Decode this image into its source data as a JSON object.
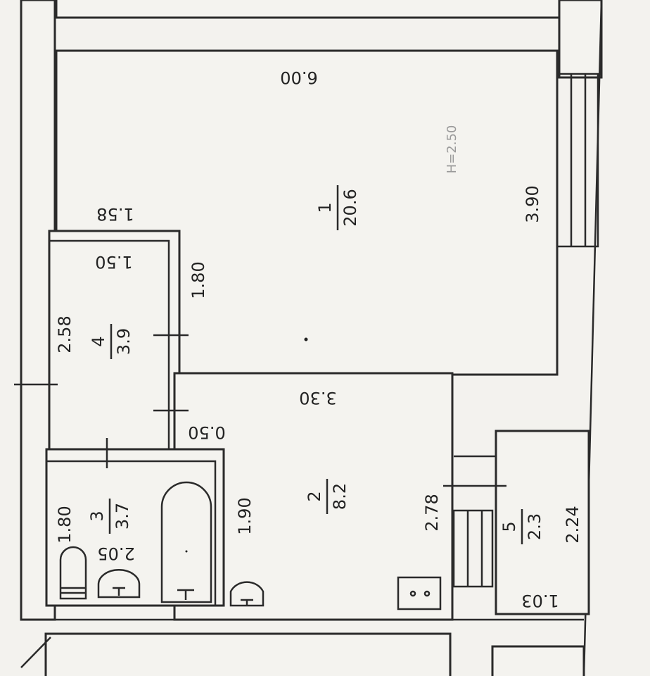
{
  "rooms": [
    {
      "number": "1",
      "area": "20.6"
    },
    {
      "number": "2",
      "area": "8.2"
    },
    {
      "number": "3",
      "area": "3.7"
    },
    {
      "number": "4",
      "area": "3.9"
    },
    {
      "number": "5",
      "area": "2.3"
    }
  ],
  "dimensions": {
    "room1_width": "6.00",
    "room1_depth": "3.90",
    "room1_side": "1.80",
    "step_top": "1.58",
    "room4_width": "1.50",
    "room4_depth": "2.58",
    "room2_width": "3.30",
    "room2_depth": "2.78",
    "room2_side": "0.50",
    "room2_left": "1.90",
    "room3_width": "2.05",
    "room3_depth": "1.80",
    "room5_width": "1.03",
    "room5_depth": "2.24"
  },
  "ceiling_height": "H=2.50"
}
